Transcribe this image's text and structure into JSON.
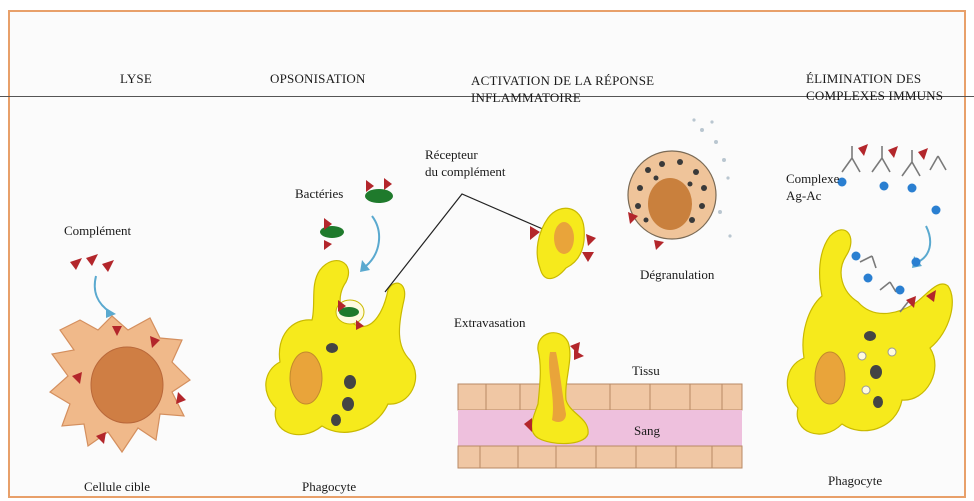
{
  "headers": {
    "lyse": "LYSE",
    "opsonisation": "OPSONISATION",
    "activation": "ACTIVATION DE LA RÉPONSE\nINFLAMMATOIRE",
    "elimination": "ÉLIMINATION DES\nCOMPLEXES IMMUNS"
  },
  "labels": {
    "complement": "Complément",
    "cellule_cible": "Cellule cible",
    "bacteries": "Bactéries",
    "phagocyte_1": "Phagocyte",
    "recepteur": "Récepteur\ndu complément",
    "degranulation": "Dégranulation",
    "extravasation": "Extravasation",
    "tissu": "Tissu",
    "sang": "Sang",
    "complexe": "Complexe\nAg-Ac",
    "phagocyte_2": "Phagocyte"
  },
  "colors": {
    "frame": "#e8a06a",
    "phagocyte_yellow": "#f6ea1c",
    "nucleus_orange": "#e9a43a",
    "complement_red": "#b3262b",
    "bacteria_green": "#1f7a2c",
    "target_cell": "#f0b98a",
    "vessel_pink": "#eec0dd",
    "antibody_blue": "#2a7fd1"
  }
}
